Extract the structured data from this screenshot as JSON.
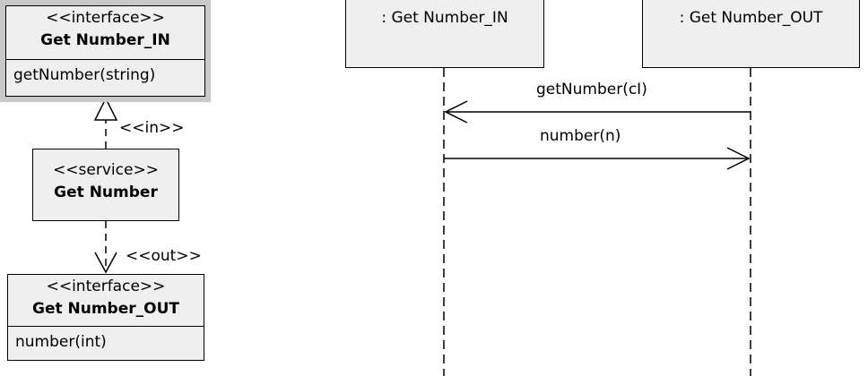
{
  "interface_in": {
    "stereotype": "<<interface>>",
    "name": "Get Number_IN",
    "operation": "getNumber(string)"
  },
  "service": {
    "stereotype": "<<service>>",
    "name": "Get Number"
  },
  "interface_out": {
    "stereotype": "<<interface>>",
    "name": "Get Number_OUT",
    "operation": "number(int)"
  },
  "relations": {
    "in_label": "<<in>>",
    "out_label": "<<out>>"
  },
  "sequence": {
    "lifelines": [
      ": Get Number_IN",
      ": Get Number_OUT"
    ],
    "messages": [
      "getNumber(cI)",
      "number(n)"
    ]
  }
}
